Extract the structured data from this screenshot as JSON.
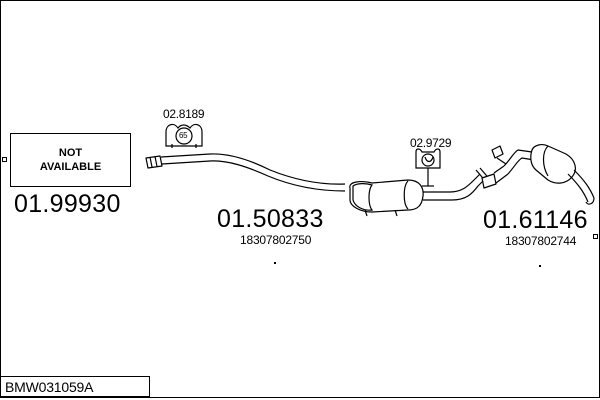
{
  "diagram_id": "BMW031059A",
  "components": [
    {
      "part_number": "01.99930",
      "status_text": [
        "NOT",
        "AVAILABLE"
      ]
    },
    {
      "part_number": "01.50833",
      "oem_number": "18307802750"
    },
    {
      "part_number": "01.61146",
      "oem_number": "18307802744"
    }
  ],
  "accessories": [
    {
      "part_number": "02.8189",
      "badge": "65"
    },
    {
      "part_number": "02.9729"
    }
  ]
}
